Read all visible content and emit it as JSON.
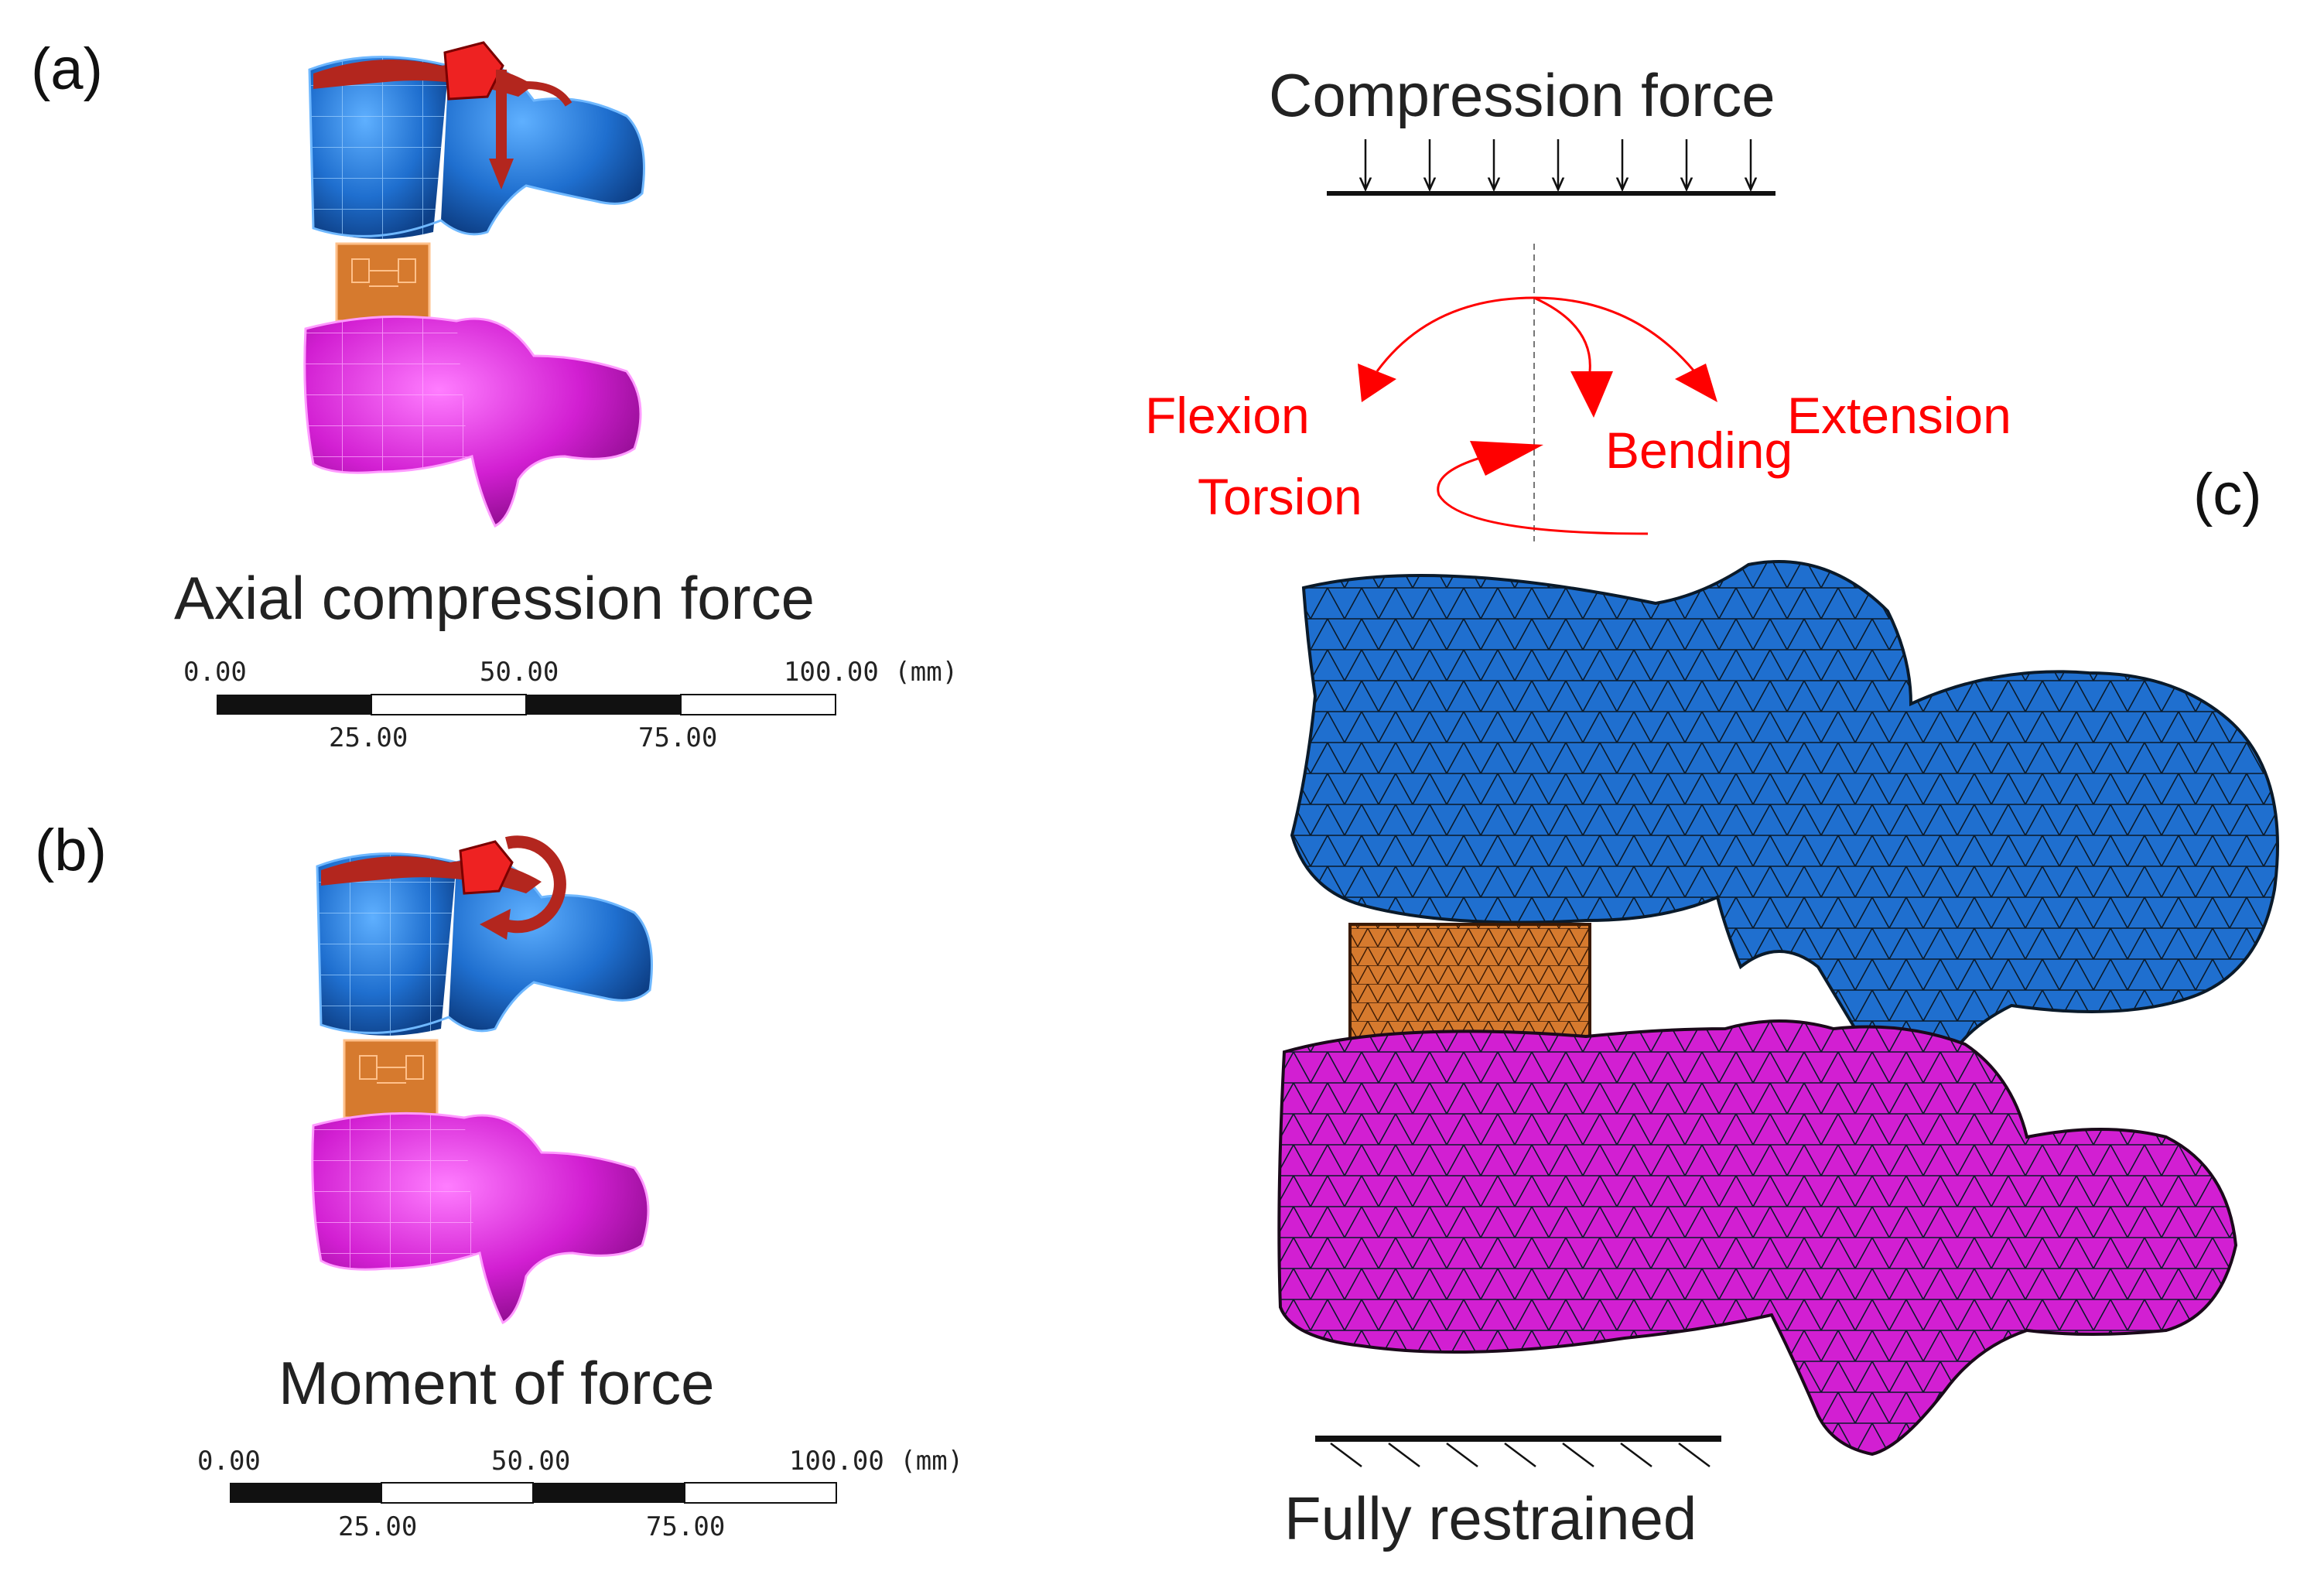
{
  "panels": {
    "a": {
      "label": "(a)",
      "caption": "Axial compression force",
      "scale": {
        "ticks_top": [
          "0.00",
          "50.00",
          "100.00 (mm)"
        ],
        "ticks_bottom": [
          "25.00",
          "75.00"
        ]
      }
    },
    "b": {
      "label": "(b)",
      "caption": "Moment of force",
      "scale": {
        "ticks_top": [
          "0.00",
          "50.00",
          "100.00 (mm)"
        ],
        "ticks_bottom": [
          "25.00",
          "75.00"
        ]
      }
    },
    "c": {
      "label": "(c)",
      "top_label": "Compression force",
      "bottom_label": "Fully restrained",
      "motions": {
        "flexion": "Flexion",
        "extension": "Extension",
        "bending": "Bending",
        "torsion": "Torsion"
      }
    }
  },
  "colors": {
    "upper_vertebra": "#1f6fcf",
    "lower_vertebra": "#d21fd2",
    "implant": "#d67a2e",
    "load_marker": "#ee2222",
    "motion_arrows": "#ff0000"
  }
}
